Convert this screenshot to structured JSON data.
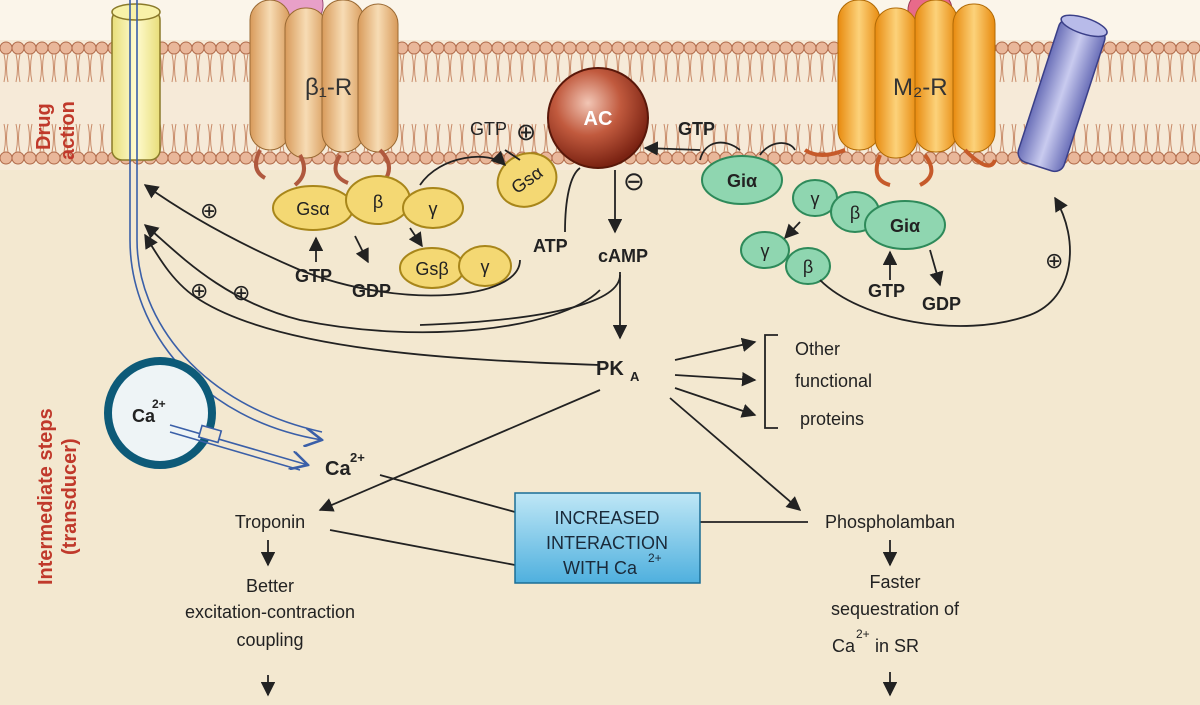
{
  "side_labels": {
    "drug_action_1": "Drug",
    "drug_action_2": "action",
    "intermediate_1": "Intermediate steps",
    "intermediate_2": "(transducer)"
  },
  "receptors": {
    "beta": "β₁-R",
    "m2": "M₂-R",
    "ac": "AC"
  },
  "gs": {
    "gs_alpha_membrane": "Gsα",
    "beta": "β",
    "gamma": "γ",
    "gs_alpha_moving": "Gsα",
    "gs_beta": "Gsβ",
    "gs_gamma": "γ",
    "gtp_near_ac": "GTP",
    "gtp_in": "GTP",
    "gdp_out": "GDP"
  },
  "gi": {
    "gtp_near_ac": "GTP",
    "gi_alpha_top": "Giα",
    "gamma": "γ",
    "beta": "β",
    "gi_alpha": "Giα",
    "gamma_free": "γ",
    "beta_free": "β",
    "gtp_in": "GTP",
    "gdp_out": "GDP"
  },
  "pathway": {
    "atp": "ATP",
    "camp": "cAMP",
    "pka": "PK",
    "pka_sub": "A",
    "other_1": "Other",
    "other_2": "functional",
    "other_3": "proteins",
    "ca_store": "Ca",
    "ca_store_sup": "2+",
    "ca_cyto": "Ca",
    "ca_cyto_sup": "2+"
  },
  "interaction_box": {
    "line1": "INCREASED",
    "line2": "INTERACTION",
    "line3": "WITH Ca",
    "line3_sup": "2+"
  },
  "left_branch": {
    "troponin": "Troponin",
    "effect_1": "Better",
    "effect_2": "excitation-contraction",
    "effect_3": "coupling"
  },
  "right_branch": {
    "phospholamban": "Phospholamban",
    "effect_1": "Faster",
    "effect_2": "sequestration of",
    "effect_3": "Ca",
    "effect_3_sup": "2+",
    "effect_3_tail": " in SR"
  },
  "symbols": {
    "plus": "⊕",
    "minus": "⊖"
  },
  "colors": {
    "background": "#f3e8d0",
    "membrane_head": "#e9b79a",
    "gs_protein": "#f4d873",
    "gi_protein": "#8fd6b0",
    "beta_receptor": "#e8b574",
    "m2_receptor": "#f5a623",
    "ac": "#a83a26",
    "interaction_box": "#5ab8e0",
    "side_label": "#c0392b"
  }
}
